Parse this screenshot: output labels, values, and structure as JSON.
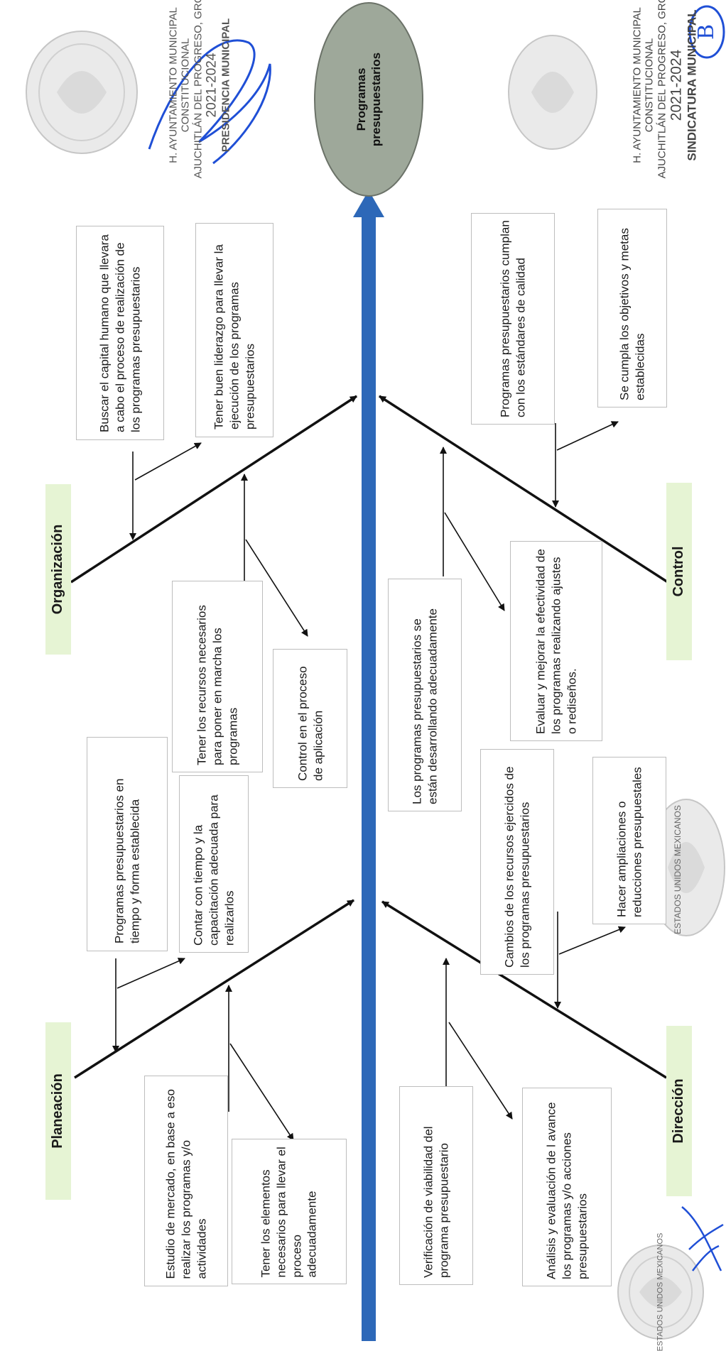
{
  "goal": {
    "label": "Programas presupuestarios"
  },
  "categories": {
    "organizacion": "Organización",
    "planeacion": "Planeación",
    "control": "Control",
    "direccion": "Dirección"
  },
  "causes": {
    "org_1": "Buscar el capital humano que llevara a cabo el proceso de realización de los programas presupuestarios",
    "org_2": "Tener buen liderazgo para llevar la ejecución de los programas presupuestarios",
    "org_3": "Tener los recursos necesarios para poner en marcha los programas",
    "org_4": "Control en el proceso de aplicación",
    "plan_1": "Programas presupuestarios en tiempo y forma establecida",
    "plan_2": "Contar con tiempo y la capacitación adecuada para realizarlos",
    "plan_3": "Estudio de mercado, en base a eso realizar los programas y/o actividades",
    "plan_4": "Tener los elementos necesarios para llevar el proceso adecuadamente",
    "ctrl_1": "Programas presupuestarios cumplan con los estándares de calidad",
    "ctrl_2": "Se cumpla los objetivos y metas establecidas",
    "ctrl_3": "Los programas presupuestarios se están desarrollando adecuadamente",
    "ctrl_4": "Evaluar y mejorar la efectividad de los programas realizando ajustes o rediseños.",
    "dir_1": "Cambios de los recursos ejercidos de los programas presupuestarios",
    "dir_2": "Hacer ampliaciones o reducciones presupuestales",
    "dir_3": "Verificación de viabilidad del programa presupuestario",
    "dir_4": "Análisis y evaluación de l avance los programas y/o acciones presupuestarios"
  },
  "stamps": {
    "left": {
      "line1": "H. AYUNTAMIENTO MUNICIPAL",
      "line2": "CONSTITUCIONAL",
      "line3": "AJUCHITLÁN DEL PROGRESO, GRO.",
      "line4": "2021-2024",
      "line5": "PRESIDENCIA MUNICIPAL"
    },
    "right": {
      "line1": "H. AYUNTAMIENTO MUNICIPAL",
      "line2": "CONSTITUCIONAL",
      "line3": "AJUCHITLÁN DEL PROGRESO, GRO.",
      "line4": "2021-2024",
      "line5": "SINDICATURA MUNICIPAL"
    },
    "bottom_seal": "ESTADOS UNIDOS MEXICANOS",
    "middle_seal": "ESTADOS UNIDOS MEXICANOS",
    "initial_mark": "B"
  },
  "colors": {
    "spine": "#2d68b8",
    "category_bg": "#e6f4d4",
    "goal_fill": "#9ea89a",
    "ink_blue": "#1f4fd6"
  }
}
